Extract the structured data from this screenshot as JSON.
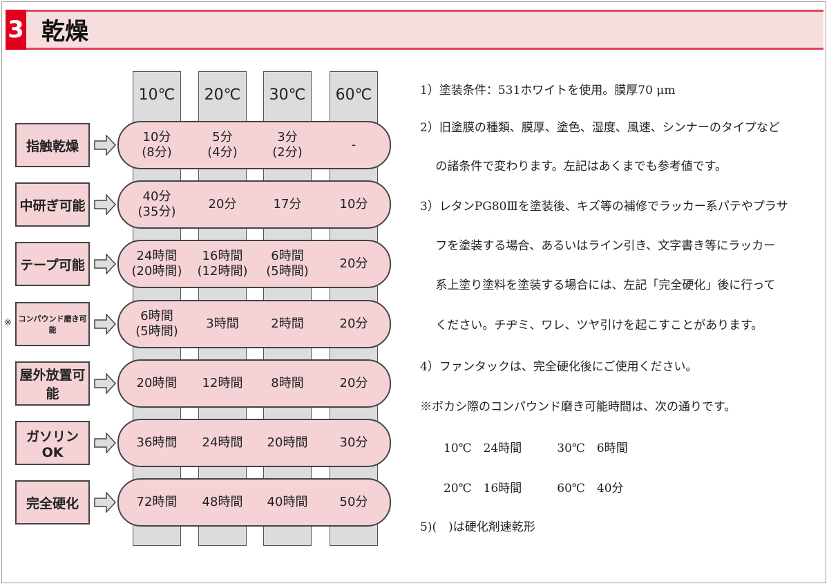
{
  "section": {
    "number": "3",
    "title": "乾燥"
  },
  "temperatures": [
    "10℃",
    "20℃",
    "30℃",
    "60℃"
  ],
  "rows": [
    {
      "label": "指触乾燥",
      "values": [
        [
          "10分",
          "(8分)"
        ],
        [
          "5分",
          "(4分)"
        ],
        [
          "3分",
          "(2分)"
        ],
        [
          "-"
        ]
      ]
    },
    {
      "label": "中研ぎ可能",
      "values": [
        [
          "40分",
          "(35分)"
        ],
        [
          "20分"
        ],
        [
          "17分"
        ],
        [
          "10分"
        ]
      ]
    },
    {
      "label": "テープ可能",
      "values": [
        [
          "24時間",
          "(20時間)"
        ],
        [
          "16時間",
          "(12時間)"
        ],
        [
          "6時間",
          "(5時間)"
        ],
        [
          "20分"
        ]
      ]
    },
    {
      "label": "コンパウンド磨き可能",
      "mark": "※",
      "values": [
        [
          "6時間",
          "(5時間)"
        ],
        [
          "3時間"
        ],
        [
          "2時間"
        ],
        [
          "20分"
        ]
      ]
    },
    {
      "label": "屋外放置可能",
      "values": [
        [
          "20時間"
        ],
        [
          "12時間"
        ],
        [
          "8時間"
        ],
        [
          "20分"
        ]
      ]
    },
    {
      "label": "ガソリンOK",
      "values": [
        [
          "36時間"
        ],
        [
          "24時間"
        ],
        [
          "20時間"
        ],
        [
          "30分"
        ]
      ]
    },
    {
      "label": "完全硬化",
      "values": [
        [
          "72時間"
        ],
        [
          "48時間"
        ],
        [
          "40時間"
        ],
        [
          "50分"
        ]
      ]
    }
  ],
  "notes": [
    "1）塗装条件：531ホワイトを使用。膜厚70 μm",
    "2）旧塗膜の種類、膜厚、塗色、湿度、風速、シンナーのタイプなど",
    "　 の諸条件で変わります。左記はあくまでも参考値です。",
    "3）レタンPG80Ⅲを塗装後、キズ等の補修でラッカー系パテやプラサ",
    "　 フを塗装する場合、あるいはライン引き、文字書き等にラッカー",
    "　 系上塗り塗料を塗装する場合には、左記「完全硬化」後に行って",
    "　 ください。チヂミ、ワレ、ツヤ引けを起こすことがあります。",
    "4）ファンタックは、完全硬化後にご使用ください。",
    "※ボカシ際のコンパウンド磨き可能時間は、次の通りです。",
    "　　10℃　24時間　　　30℃　6時間",
    "　　20℃　16時間　　　60℃　40分",
    "5)(　)は硬化剤速乾形"
  ]
}
